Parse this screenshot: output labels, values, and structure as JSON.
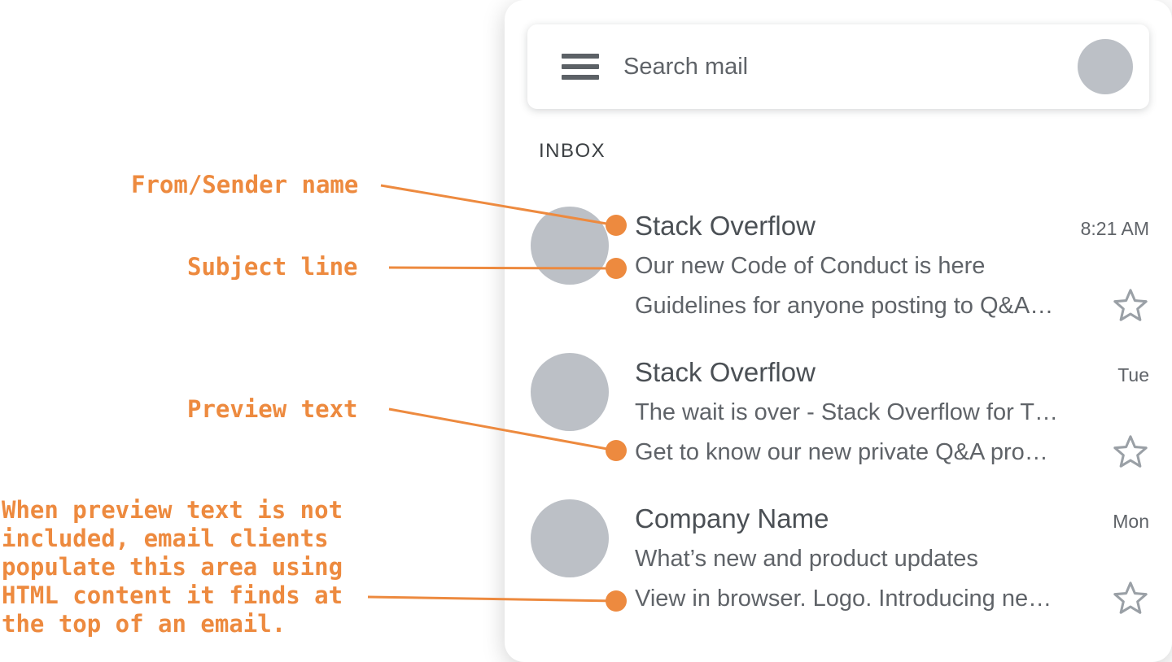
{
  "colors": {
    "accent_orange": "#ED8A3F",
    "avatar_gray": "#BCC0C6",
    "text_dark": "#4B5055",
    "text_gray": "#5F6368",
    "star_gray": "#9AA0A6"
  },
  "annotations": {
    "from_label": "From/Sender name",
    "subject_label": "Subject line",
    "preview_label": "Preview text",
    "note": "When preview text is not included, email clients populate this area using HTML content it finds at the top of an email."
  },
  "email_client": {
    "search": {
      "placeholder": "Search mail"
    },
    "section_label": "INBOX",
    "emails": [
      {
        "sender": "Stack Overflow",
        "time": "8:21 AM",
        "subject": "Our new Code of Conduct is here",
        "preview": "Guidelines for anyone posting to Q&A…"
      },
      {
        "sender": "Stack Overflow",
        "time": "Tue",
        "subject": "The wait is over - Stack Overflow for T…",
        "preview": "Get to know our new private Q&A pro…"
      },
      {
        "sender": "Company Name",
        "time": "Mon",
        "subject": "What’s new and product updates",
        "preview": "View in browser. Logo. Introducing ne…"
      }
    ]
  }
}
